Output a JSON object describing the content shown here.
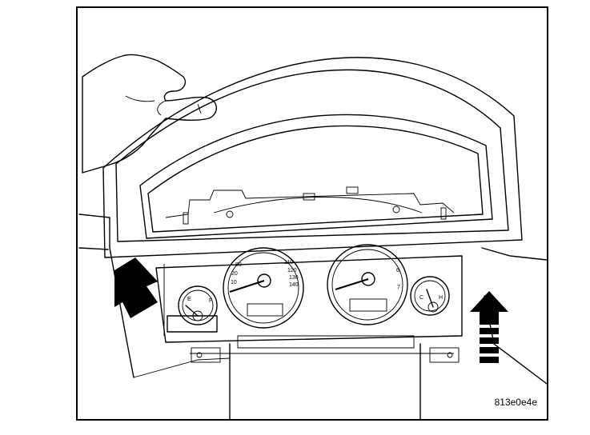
{
  "figure": {
    "id_label": "813e0e4e",
    "speedometer_ticks": [
      "80",
      "20",
      "10",
      "110",
      "120",
      "130",
      "140"
    ],
    "tachometer_ticks": [
      "6",
      "7"
    ],
    "fuel_gauge": {
      "low": "E",
      "high": "F"
    },
    "temp_gauge": {
      "low": "C",
      "high": "H"
    },
    "line_color": "#000000"
  }
}
